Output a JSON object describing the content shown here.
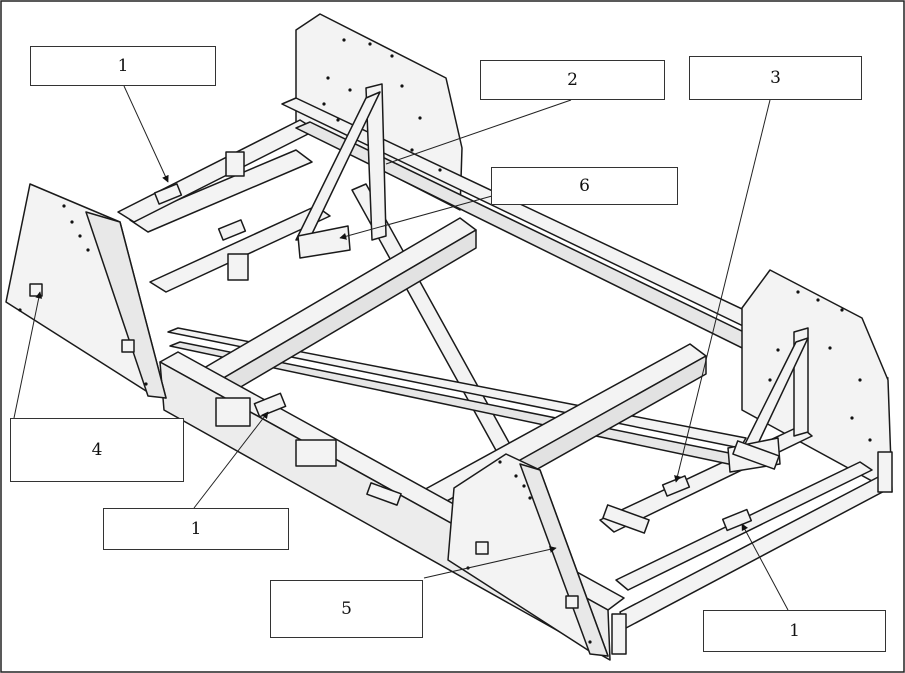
{
  "labels": {
    "c1": "1",
    "c2": "2",
    "c3": "3",
    "c4": "4",
    "c5": "5",
    "c6": "6",
    "c7": "1",
    "c8": "1"
  },
  "colors": {
    "line": "#1a1a1a",
    "panel": "#f3f3f3",
    "paper": "#ffffff"
  }
}
